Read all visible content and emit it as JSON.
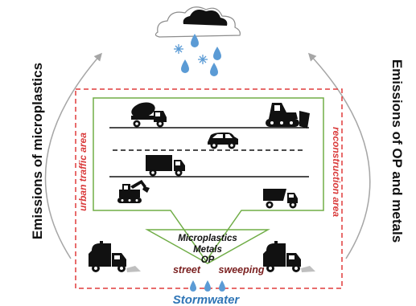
{
  "labels": {
    "left_arrow": "Emissions of microplastics",
    "right_arrow": "Emissions of OP and metals",
    "left_area": "urban traffic area",
    "right_area": "reconstruction area",
    "funnel_lines": [
      "Microplastics",
      "Metals",
      "OP"
    ],
    "sweeping_left": "street",
    "sweeping_right": "sweeping",
    "stormwater": "Stormwater"
  },
  "icons": {
    "cloud": "rain-cloud-icon",
    "snowflake": "snowflake-icon",
    "raindrop": "raindrop-icon",
    "vehicles": [
      "concrete-mixer-icon",
      "bulldozer-icon",
      "car-icon",
      "delivery-truck-icon",
      "excavator-icon",
      "dump-truck-icon",
      "street-sweeper-icon"
    ]
  },
  "colors": {
    "red_dashed_border": "#e03c3c",
    "green_road_frame": "#70ad47",
    "raindrop_blue": "#5b9bd5",
    "stormwater_text": "#2e75b6",
    "area_label_red": "#d93b3b",
    "arrow_gray": "#a6a6a6"
  }
}
